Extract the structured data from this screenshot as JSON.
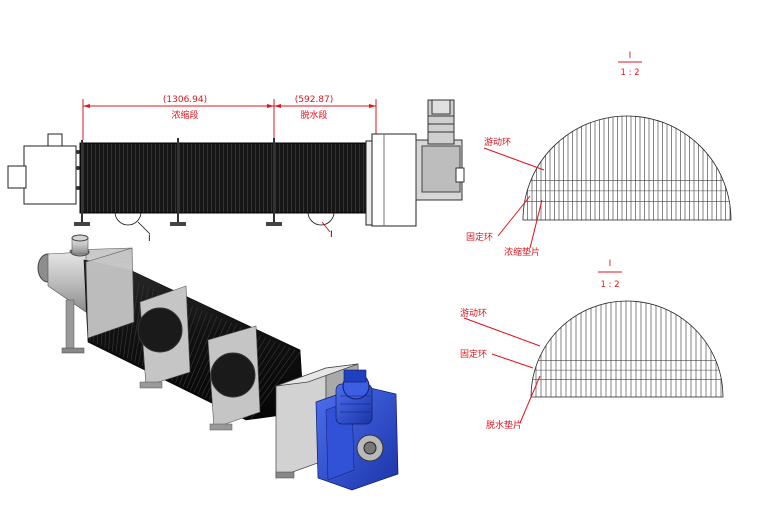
{
  "dimensions": {
    "thickening_length": "(1306.94)",
    "thickening_label": "浓缩段",
    "dewatering_length": "(592.87)",
    "dewatering_label": "脱水段"
  },
  "detail_markers": {
    "left": "I",
    "right": "I"
  },
  "detail_top": {
    "title": "I",
    "scale": "1 : 2",
    "labels": {
      "moving_ring": "游动环",
      "fixed_ring": "固定环",
      "spacer": "浓缩垫片"
    }
  },
  "detail_bottom": {
    "title": "I",
    "scale": "1 : 2",
    "labels": {
      "moving_ring": "游动环",
      "fixed_ring": "固定环",
      "spacer": "脱水垫片"
    }
  },
  "colors": {
    "annotation": "#e0141e",
    "motor_blue": "#2a4fd6",
    "steel": "#b9b9b9",
    "screw_body": "#111111"
  }
}
